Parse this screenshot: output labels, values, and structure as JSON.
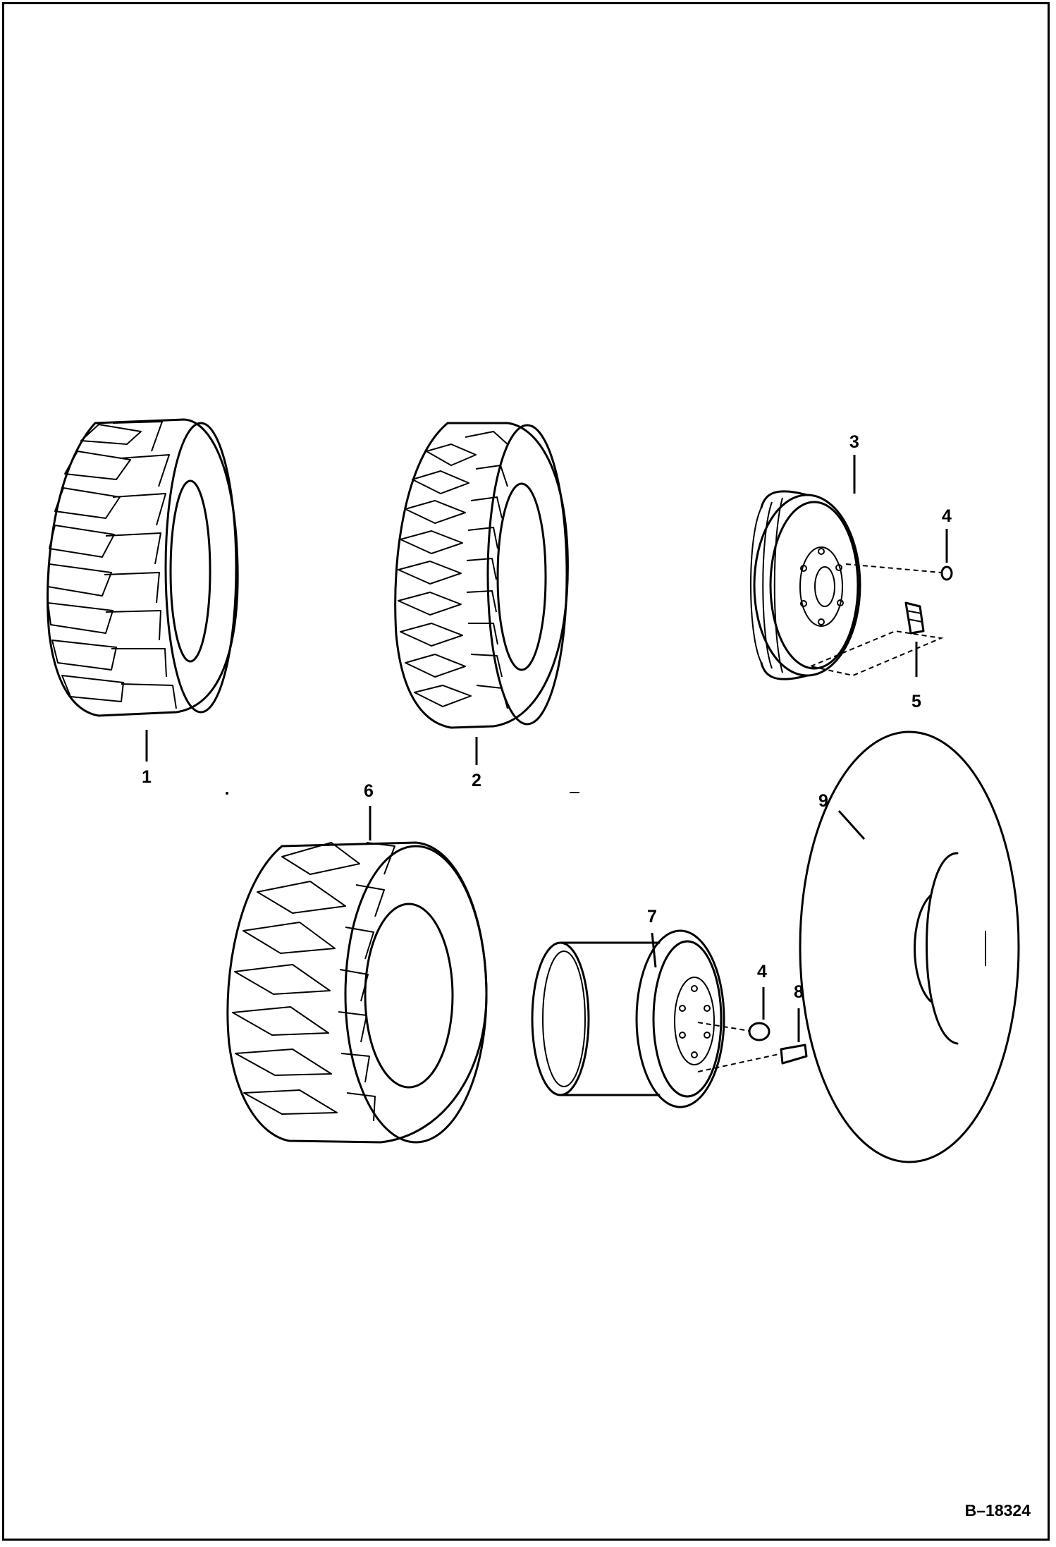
{
  "callouts": {
    "c1": "1",
    "c2": "2",
    "c3": "3",
    "c4a": "4",
    "c5": "5",
    "c6": "6",
    "c7": "7",
    "c4b": "4",
    "c8": "8",
    "c9": "9"
  },
  "drawing_id": "B–18324",
  "line_color": "#000000",
  "background_color": "#ffffff"
}
